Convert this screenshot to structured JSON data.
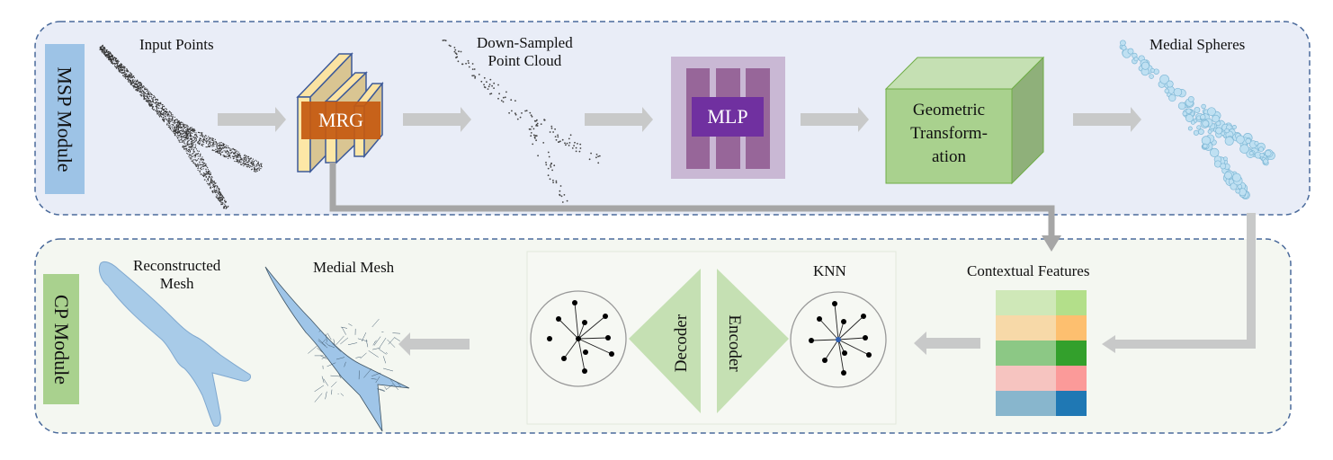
{
  "modules": {
    "msp": {
      "label": "MSP Module",
      "tag_color": "#9dc3e6",
      "bg_color": "#e9edf7"
    },
    "cp": {
      "label": "CP Module",
      "tag_color": "#a9d18e",
      "bg_color": "#f4f7f1"
    }
  },
  "msp_stages": {
    "input_points": "Input Points",
    "mrg": "MRG",
    "downsampled": "Down-Sampled\nPoint Cloud",
    "mlp": "MLP",
    "geometric": [
      "Geometric",
      "Transform-",
      "ation"
    ],
    "medial_spheres": "Medial Spheres"
  },
  "cp_stages": {
    "contextual_features": "Contextual Features",
    "knn": "KNN",
    "encoder": "Encoder",
    "decoder": "Decoder",
    "medial_mesh": "Medial Mesh",
    "reconstructed_mesh": [
      "Reconstructed",
      "Mesh"
    ]
  },
  "colors": {
    "mrg_box": "#c55a11",
    "mlp_box": "#7030a0",
    "mlp_outer": "#c9b8d4",
    "mlp_bar": "#976699",
    "cube_front": "#a9d18e",
    "arrow": "#c8c9c9",
    "connector": "#a6a6a6",
    "border": "#4a6a9b"
  },
  "feature_grid": [
    [
      "#cfe8b8",
      "#b3df8a"
    ],
    [
      "#f7d9a8",
      "#fdbf6f"
    ],
    [
      "#8cc885",
      "#33a02c"
    ],
    [
      "#f6c4c0",
      "#fb9a99"
    ],
    [
      "#88b6cd",
      "#1f78b4"
    ]
  ]
}
